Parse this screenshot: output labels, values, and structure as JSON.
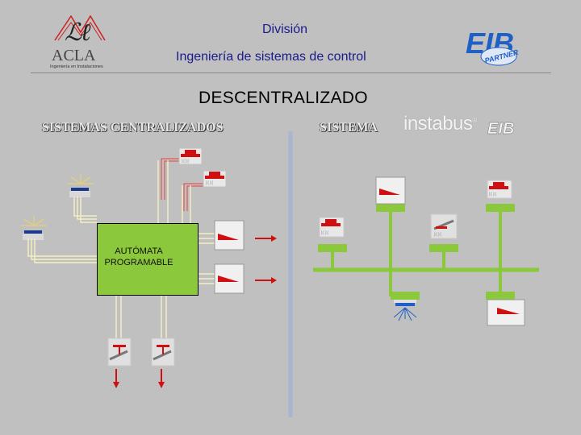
{
  "header": {
    "division": "División",
    "subtitle": "Ingeniería de sistemas de control"
  },
  "logos": {
    "acla_text": "ACLA",
    "acla_tagline": "Ingeniería en Instalaciones",
    "eib_text": "EIB",
    "partner_text": "PARTNER"
  },
  "titles": {
    "decentralized": "DESCENTRALIZADO",
    "centralized": "SISTEMAS CENTRALIZADOS",
    "sistema": "SISTEMA",
    "instabus": "instabus"
  },
  "plc": {
    "label_line1": "AUTÓMATA",
    "label_line2": "PROGRAMABLE"
  },
  "colors": {
    "background": "#c0c0c0",
    "bus_green": "#8cc83c",
    "wire_yellow": "#f0e68c",
    "device_red": "#d01010",
    "lamp_blue": "#1a3a8c",
    "text_blue": "#1a1a8c"
  }
}
